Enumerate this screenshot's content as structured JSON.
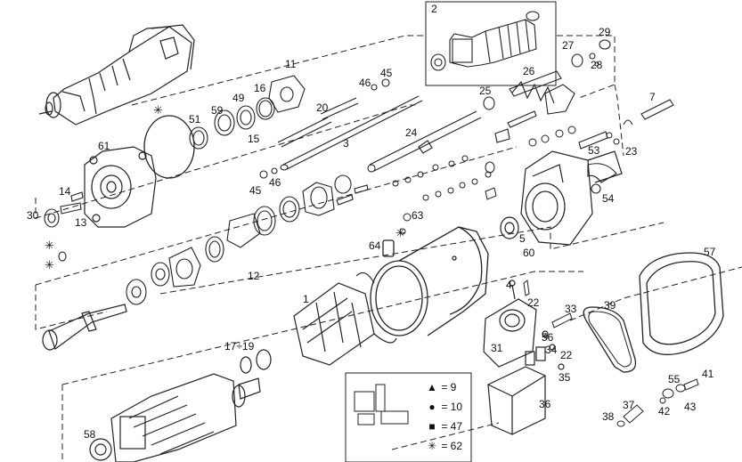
{
  "diagram": {
    "part_labels": {
      "p1": "1",
      "p2": "2",
      "p3": "3",
      "p5": "5",
      "p7": "7",
      "p11": "11",
      "p12": "12",
      "p13": "13",
      "p14": "14",
      "p15": "15",
      "p16": "16",
      "p17_19": "17÷19",
      "p20": "20",
      "p22a": "22",
      "p22b": "22",
      "p23": "23",
      "p24": "24",
      "p25": "25",
      "p26": "26",
      "p27": "27",
      "p28": "28",
      "p29": "29",
      "p30": "30",
      "p31": "31",
      "p33": "33",
      "p34": "34",
      "p35": "35",
      "p36": "36",
      "p37": "37",
      "p38": "38",
      "p39": "39",
      "p41": "41",
      "p42": "42",
      "p43": "43",
      "p45a": "45",
      "p45b": "45",
      "p46a": "46",
      "p46b": "46",
      "p49": "49",
      "p51": "51",
      "p53": "53",
      "p54": "54",
      "p55": "55",
      "p56": "56",
      "p57": "57",
      "p58": "58",
      "p59": "59",
      "p60": "60",
      "p61": "61",
      "p63": "63",
      "p64": "64",
      "p4": "4"
    },
    "legend": [
      {
        "symbol": "▲",
        "text": "= 9"
      },
      {
        "symbol": "●",
        "text": "= 10"
      },
      {
        "symbol": "■",
        "text": "= 47"
      },
      {
        "symbol": "✳",
        "text": "= 62"
      }
    ]
  }
}
